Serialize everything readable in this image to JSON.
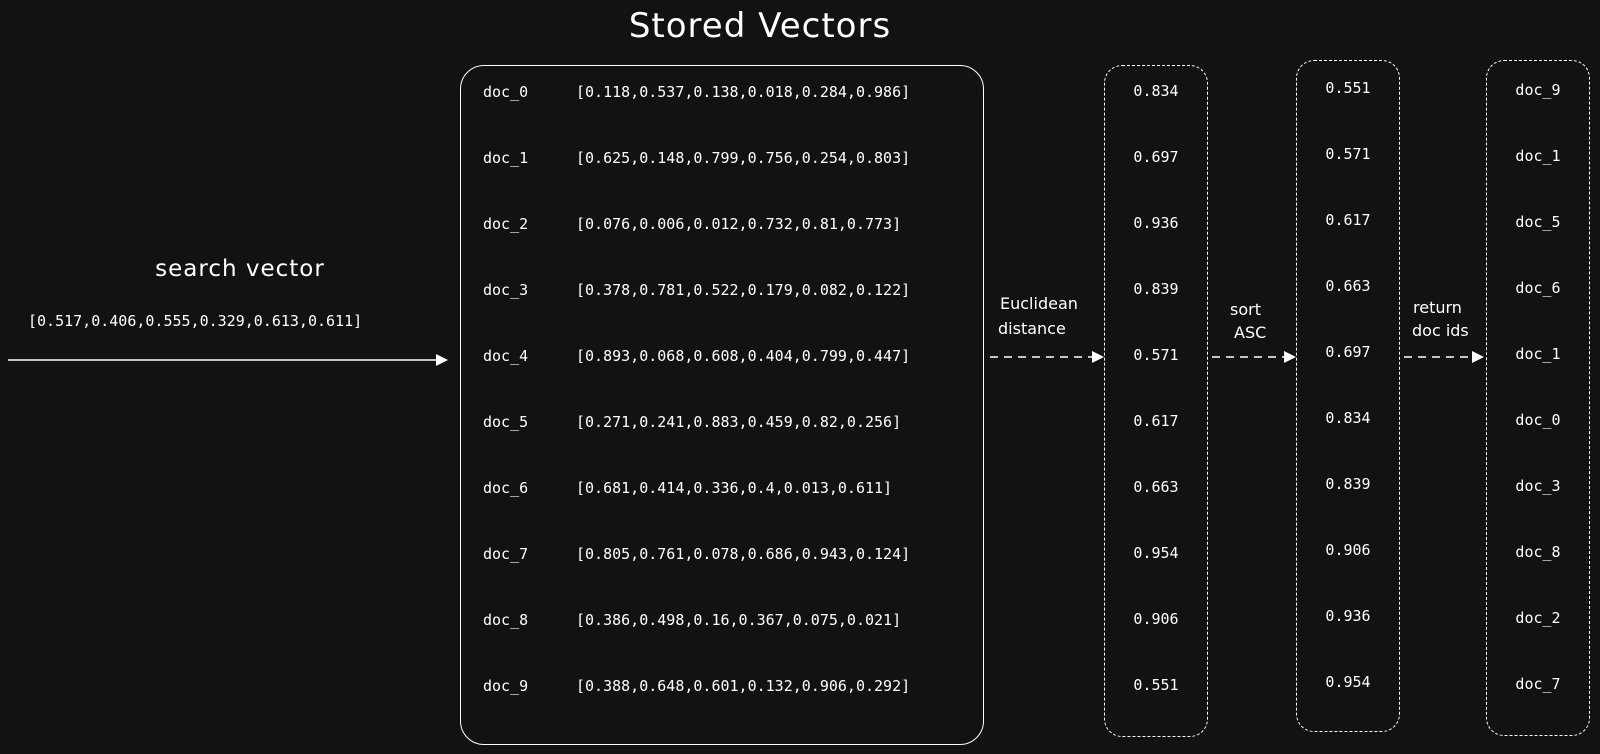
{
  "title": "Stored Vectors",
  "search": {
    "heading": "search vector",
    "vector": "[0.517,0.406,0.555,0.329,0.613,0.611]"
  },
  "documents": [
    {
      "id": "doc_0",
      "vector": "[0.118,0.537,0.138,0.018,0.284,0.986]"
    },
    {
      "id": "doc_1",
      "vector": "[0.625,0.148,0.799,0.756,0.254,0.803]"
    },
    {
      "id": "doc_2",
      "vector": "[0.076,0.006,0.012,0.732,0.81,0.773]"
    },
    {
      "id": "doc_3",
      "vector": "[0.378,0.781,0.522,0.179,0.082,0.122]"
    },
    {
      "id": "doc_4",
      "vector": "[0.893,0.068,0.608,0.404,0.799,0.447]"
    },
    {
      "id": "doc_5",
      "vector": "[0.271,0.241,0.883,0.459,0.82,0.256]"
    },
    {
      "id": "doc_6",
      "vector": "[0.681,0.414,0.336,0.4,0.013,0.611]"
    },
    {
      "id": "doc_7",
      "vector": "[0.805,0.761,0.078,0.686,0.943,0.124]"
    },
    {
      "id": "doc_8",
      "vector": "[0.386,0.498,0.16,0.367,0.075,0.021]"
    },
    {
      "id": "doc_9",
      "vector": "[0.388,0.648,0.601,0.132,0.906,0.292]"
    }
  ],
  "distances": [
    "0.834",
    "0.697",
    "0.936",
    "0.839",
    "0.571",
    "0.617",
    "0.663",
    "0.954",
    "0.906",
    "0.551"
  ],
  "sorted_distances": [
    "0.551",
    "0.571",
    "0.617",
    "0.663",
    "0.697",
    "0.834",
    "0.839",
    "0.906",
    "0.936",
    "0.954"
  ],
  "result_ids": [
    "doc_9",
    "doc_1",
    "doc_5",
    "doc_6",
    "doc_1",
    "doc_0",
    "doc_3",
    "doc_8",
    "doc_2",
    "doc_7"
  ],
  "steps": {
    "distance_line1": "Euclidean",
    "distance_line2": "distance",
    "sort_line1": "sort",
    "sort_line2": "ASC",
    "return_line1": "return",
    "return_line2": "doc ids"
  },
  "colors": {
    "background": "#121212",
    "foreground": "#ffffff"
  }
}
